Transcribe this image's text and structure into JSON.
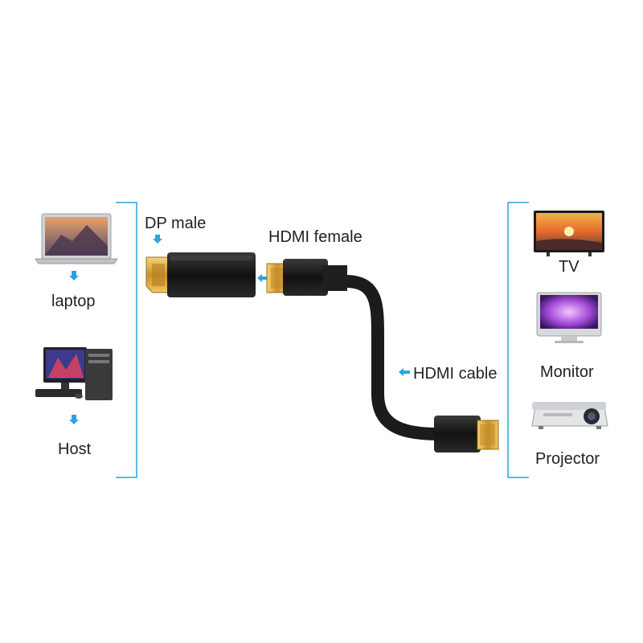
{
  "sources": {
    "items": [
      {
        "icon": "laptop-icon",
        "label": "laptop"
      },
      {
        "icon": "desktop-computer-icon",
        "label": "Host"
      }
    ]
  },
  "adapter": {
    "dp_label": "DP male",
    "hdmi_female_label": "HDMI female",
    "cable_label": "HDMI cable"
  },
  "displays": {
    "items": [
      {
        "icon": "tv-icon",
        "label": "TV"
      },
      {
        "icon": "monitor-icon",
        "label": "Monitor"
      },
      {
        "icon": "projector-icon",
        "label": "Projector"
      }
    ]
  },
  "colors": {
    "accent": "#2aa4dc",
    "connector_gold": "#d9a93a",
    "cable": "#1b1b1b"
  }
}
